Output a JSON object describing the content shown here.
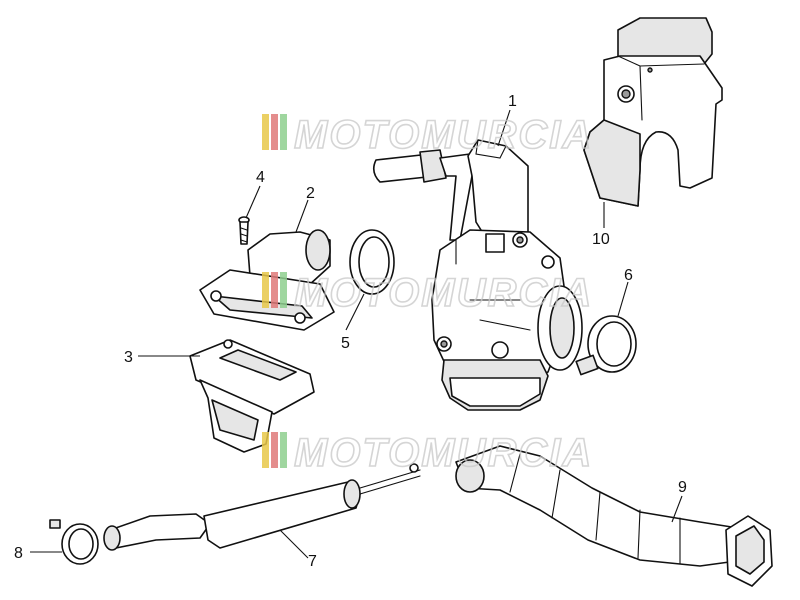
{
  "diagram": {
    "callouts": [
      "1",
      "2",
      "3",
      "4",
      "5",
      "6",
      "7",
      "8",
      "9",
      "10"
    ]
  },
  "watermark": {
    "text": "MOTOMURCIA",
    "stripe_colors": [
      "#e8c84a",
      "#e07a7a",
      "#8fcf8f"
    ]
  }
}
